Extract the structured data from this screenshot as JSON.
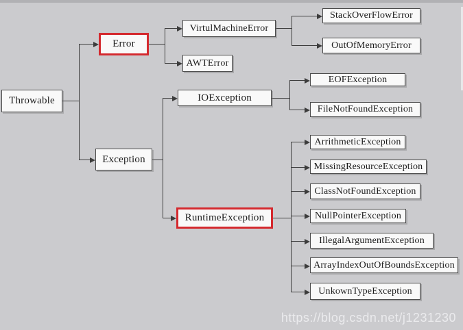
{
  "diagram": {
    "nodes": {
      "throwable": {
        "label": "Throwable"
      },
      "error": {
        "label": "Error",
        "highlighted": true
      },
      "virtulmachineerror": {
        "label": "VirtulMachineError"
      },
      "stackoverflowerror": {
        "label": "StackOverFlowError"
      },
      "outofmemoryerror": {
        "label": "OutOfMemoryError"
      },
      "awterror": {
        "label": "AWTError"
      },
      "exception": {
        "label": "Exception"
      },
      "ioexception": {
        "label": "IOException"
      },
      "eofexception": {
        "label": "EOFException"
      },
      "filenotfoundexception": {
        "label": "FileNotFoundException"
      },
      "runtimeexception": {
        "label": "RuntimeException",
        "highlighted": true
      },
      "arrithmeticexception": {
        "label": "ArrithmeticException"
      },
      "missingresourceexception": {
        "label": "MissingResourceException"
      },
      "classnotfoundexception": {
        "label": "ClassNotFoundException"
      },
      "nullpointerexception": {
        "label": "NullPointerException"
      },
      "illegalargumentexception": {
        "label": "IllegalArgumentException"
      },
      "arrayindexoutofboundsexception": {
        "label": "ArrayIndexOutOfBoundsException"
      },
      "unkowntypeexception": {
        "label": "UnkownTypeException"
      }
    },
    "edges": [
      [
        "Throwable",
        "Error"
      ],
      [
        "Throwable",
        "Exception"
      ],
      [
        "Error",
        "VirtulMachineError"
      ],
      [
        "Error",
        "AWTError"
      ],
      [
        "VirtulMachineError",
        "StackOverFlowError"
      ],
      [
        "VirtulMachineError",
        "OutOfMemoryError"
      ],
      [
        "Exception",
        "IOException"
      ],
      [
        "Exception",
        "RuntimeException"
      ],
      [
        "IOException",
        "EOFException"
      ],
      [
        "IOException",
        "FileNotFoundException"
      ],
      [
        "RuntimeException",
        "ArrithmeticException"
      ],
      [
        "RuntimeException",
        "MissingResourceException"
      ],
      [
        "RuntimeException",
        "ClassNotFoundException"
      ],
      [
        "RuntimeException",
        "NullPointerException"
      ],
      [
        "RuntimeException",
        "IllegalArgumentException"
      ],
      [
        "RuntimeException",
        "ArrayIndexOutOfBoundsException"
      ],
      [
        "RuntimeException",
        "UnkownTypeException"
      ]
    ],
    "highlighted_nodes": [
      "Error",
      "RuntimeException"
    ],
    "colors": {
      "background": "#cbcbce",
      "box_fill": "#f9f9f9",
      "box_border": "#4a4a4a",
      "highlight_border": "#d4292e",
      "line": "#3c3c3c"
    },
    "watermark": "https://blog.csdn.net/j1231230"
  }
}
